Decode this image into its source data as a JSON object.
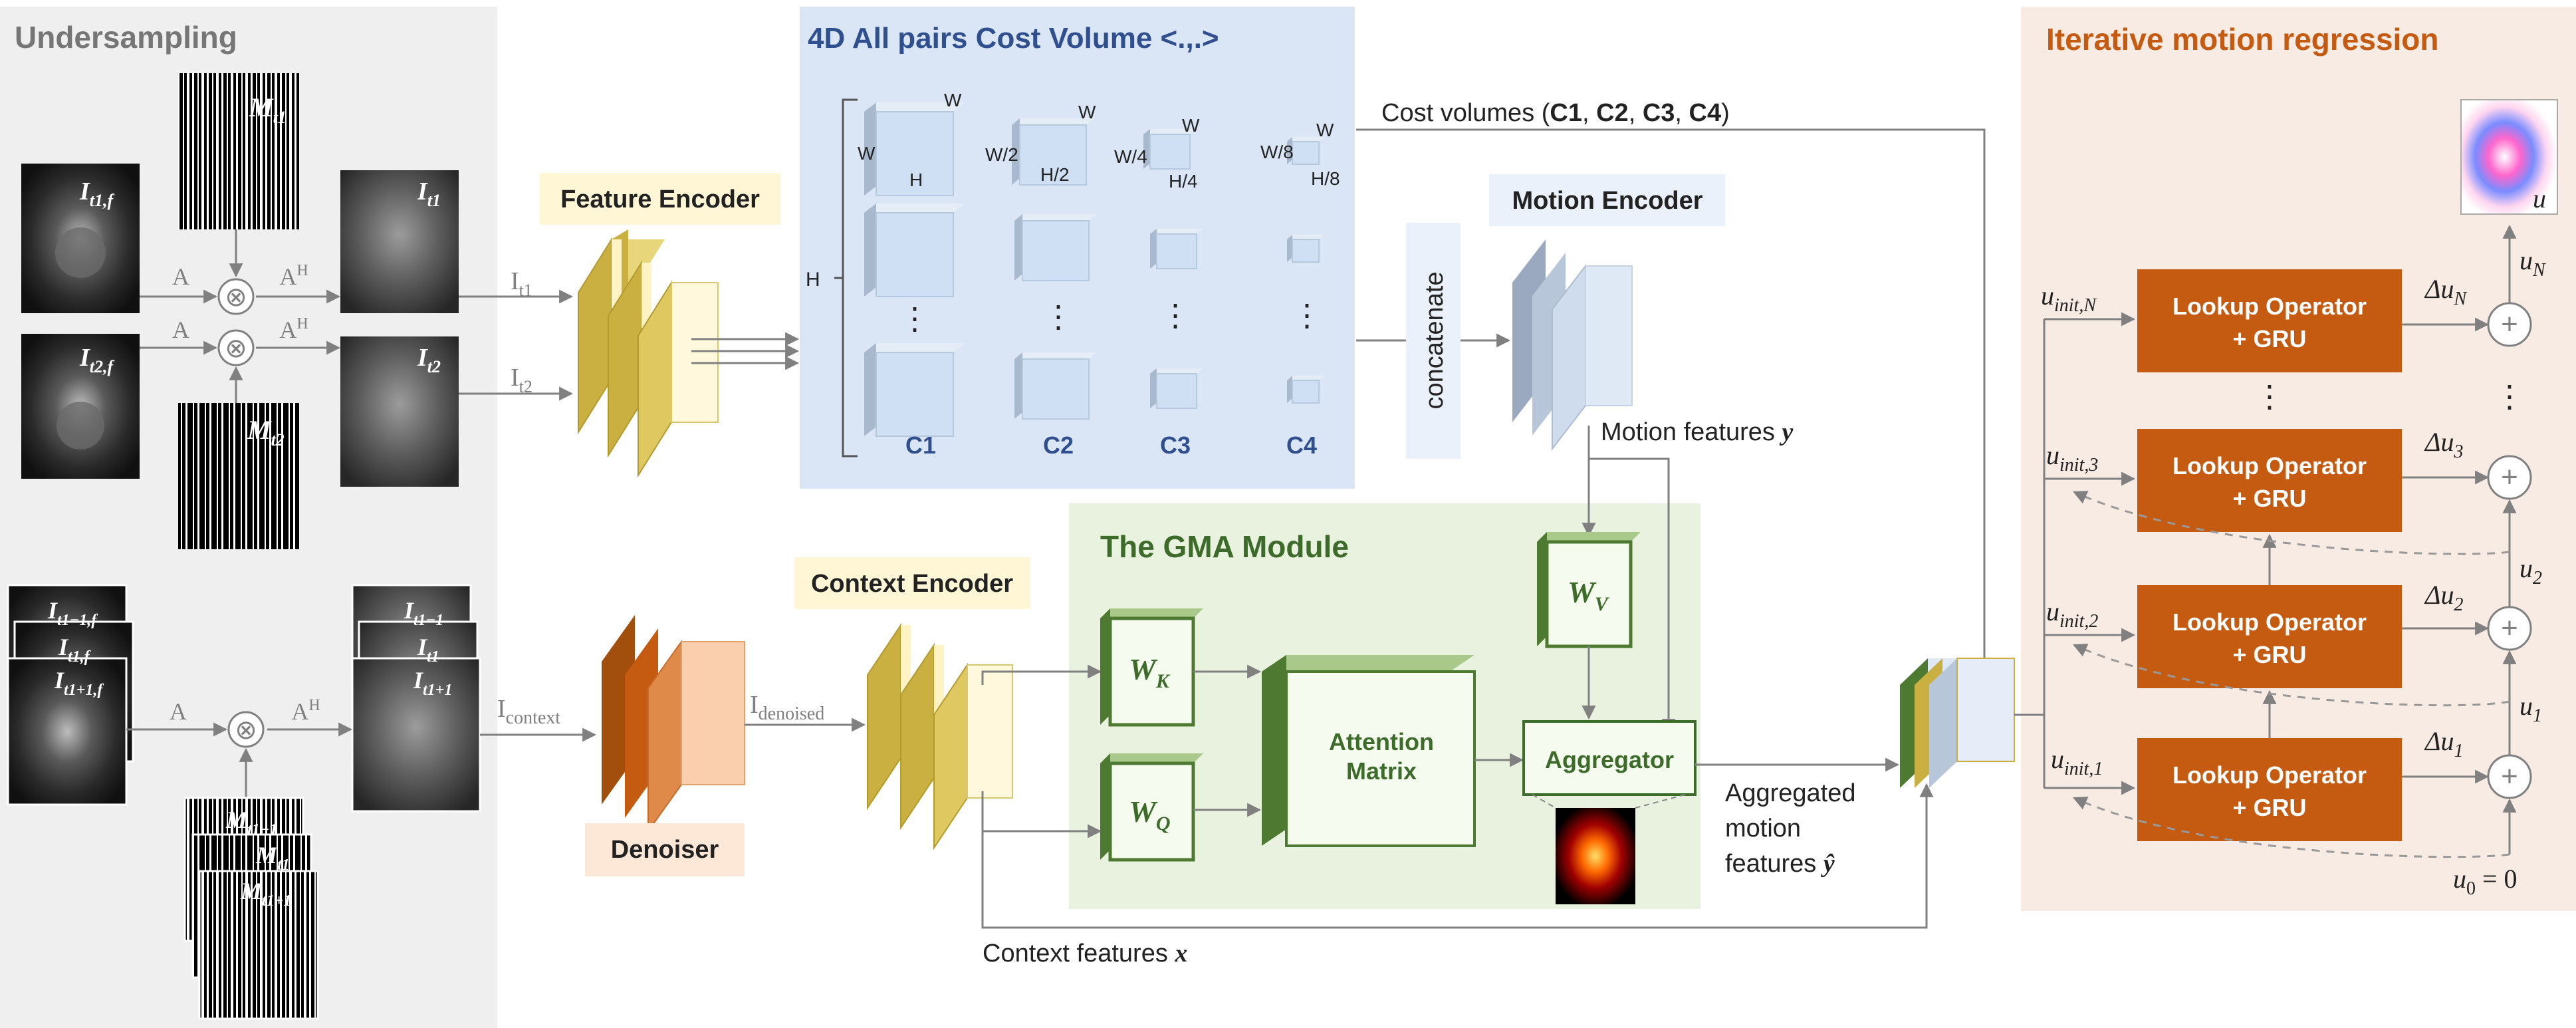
{
  "panels": {
    "undersampling": "Undersampling",
    "cost_volume": "4D All pairs Cost Volume <.,.>",
    "feature_encoder": "Feature Encoder",
    "motion_encoder": "Motion Encoder",
    "context_encoder": "Context Encoder",
    "gma_module": "The GMA Module",
    "denoiser": "Denoiser",
    "iterative": "Iterative motion regression"
  },
  "undersampling": {
    "op_A": "A",
    "op_AH": "A",
    "op_AH_sup": "H",
    "mult": "⊗",
    "images_left": [
      "I",
      "I"
    ],
    "labels": {
      "It1f": "I",
      "It1f_sub": "t1,f",
      "It2f": "I",
      "It2f_sub": "t2,f",
      "It1": "I",
      "It1_sub": "t1",
      "It2": "I",
      "It2_sub": "t2",
      "Mt1": "M",
      "Mt1_sub": "t1",
      "Mt2": "M",
      "Mt2_sub": "t2",
      "Itm1f": "I",
      "Itm1f_sub": "t1−1,f",
      "It1f_b": "I",
      "It1f_b_sub": "t1,f",
      "Itp1f": "I",
      "Itp1f_sub": "t1+1,f",
      "Itm1": "I",
      "Itm1_sub": "t1−1",
      "It1_b": "I",
      "It1_b_sub": "t1",
      "Itp1": "I",
      "Itp1_sub": "t1+1",
      "Mtm1": "M",
      "Mtm1_sub": "t1−1",
      "Mt1_b": "M",
      "Mt1_b_sub": "t1",
      "Mtp1": "M",
      "Mtp1_sub": "t1+1"
    }
  },
  "flow_labels": {
    "It1": "I",
    "It1_sub": "t1",
    "It2": "I",
    "It2_sub": "t2",
    "Icontext": "I",
    "Icontext_sub": "context",
    "Idenoised": "I",
    "Idenoised_sub": "denoised",
    "cost_volumes": "Cost volumes (",
    "cost_volumes_items": [
      "C1",
      "C2",
      "C3",
      "C4"
    ],
    "concatenate": "concatenate",
    "motion_features": "Motion features ",
    "motion_features_sym": "y",
    "aggregated": [
      "Aggregated",
      "motion",
      "features "
    ],
    "aggregated_sym": "ŷ",
    "context_features": "Context features ",
    "context_features_sym": "x"
  },
  "cost_volume": {
    "columns": [
      "C1",
      "C2",
      "C3",
      "C4"
    ],
    "w_labels": [
      "W",
      "W/2",
      "W/4",
      "W/8"
    ],
    "h_labels": [
      "H",
      "H/2",
      "H/4",
      "H/8"
    ],
    "top_w": "W",
    "side_h": "H",
    "dots": "⋮"
  },
  "gma": {
    "wk": "W",
    "wk_sub": "K",
    "wq": "W",
    "wq_sub": "Q",
    "wv": "W",
    "wv_sub": "V",
    "attention": [
      "Attention",
      "Matrix"
    ],
    "aggregator": "Aggregator"
  },
  "iterative": {
    "block_line1": "Lookup Operator",
    "block_line2": "+ GRU",
    "u_init": [
      "u",
      "u",
      "u",
      "u"
    ],
    "u_init_subs": [
      "init,N",
      "init,3",
      "init,2",
      "init,1"
    ],
    "delta": [
      "Δu",
      "Δu",
      "Δu",
      "Δu"
    ],
    "delta_subs": [
      "N",
      "3",
      "2",
      "1"
    ],
    "u_labels": [
      "u",
      "u",
      "u",
      "u"
    ],
    "u_label_subs": [
      "N",
      "2",
      "1",
      ""
    ],
    "u0": "u",
    "u0_sub": "0",
    "u0_eq": " = 0",
    "u_out": "u",
    "plus": "+",
    "vdots": "⋮"
  },
  "colors": {
    "gray_panel": "#efefef",
    "blue_panel": "#dae5f5",
    "green_panel": "#e8f2df",
    "peach_panel": "#f7ebe3",
    "feature_label_bg": "#fff6d6",
    "denoiser_label_bg": "#fde8d8",
    "title_blue": "#2f4f8f",
    "title_green": "#3d6b2a",
    "title_orange": "#c55a11",
    "block_orange": "#c55a11",
    "gold": "#c9b040",
    "green_block": "#4d7a30",
    "arrow": "#7f7f7f"
  }
}
